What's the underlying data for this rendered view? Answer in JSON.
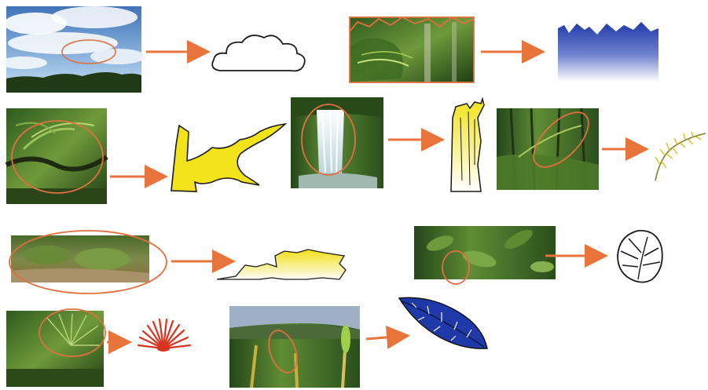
{
  "diagram": {
    "description_text": "",
    "colors": {
      "arrow": "#e8743b",
      "highlight_ellipse": "#e07040",
      "yellow_fill": "#f2e31a",
      "blue_fill": "#1f3aa8",
      "red_fill": "#d8331f",
      "outline": "#1a1a1a"
    },
    "pairs": [
      {
        "source": "sky-clouds-photo",
        "result": "cloud-outline-icon"
      },
      {
        "source": "forest-canopy-photo",
        "result": "blue-skyline-silhouette-icon"
      },
      {
        "source": "fern-tree-photo",
        "result": "yellow-branch-shape-icon"
      },
      {
        "source": "waterfall-photo",
        "result": "yellow-waterfall-shape-icon"
      },
      {
        "source": "jungle-path-photo",
        "result": "yellow-fern-frond-icon"
      },
      {
        "source": "mossy-stream-photo",
        "result": "yellow-rock-silhouette-icon"
      },
      {
        "source": "jungle-leaves-photo",
        "result": "monstera-leaf-outline-icon"
      },
      {
        "source": "palm-fan-photo",
        "result": "red-fan-palm-icon"
      },
      {
        "source": "banana-grove-photo",
        "result": "blue-banana-leaf-icon"
      }
    ]
  }
}
